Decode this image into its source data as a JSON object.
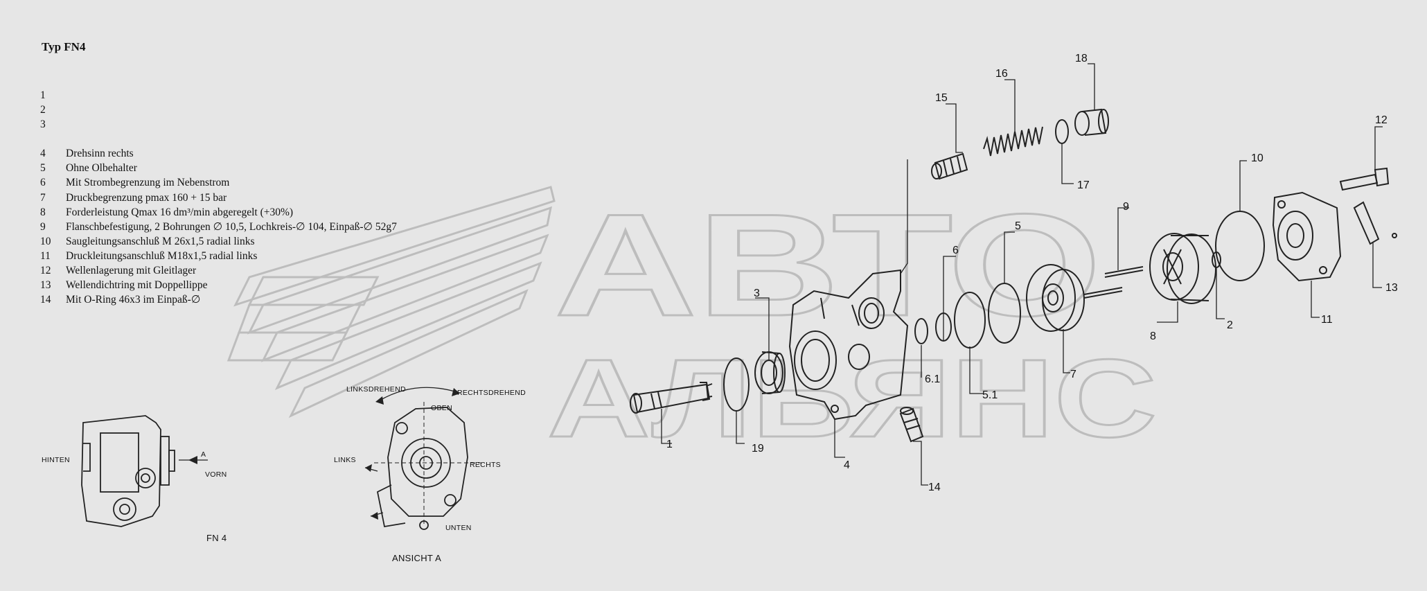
{
  "title": "Typ FN4",
  "spec_items": [
    {
      "num": "1",
      "text": ""
    },
    {
      "num": "2",
      "text": ""
    },
    {
      "num": "3",
      "text": ""
    },
    {
      "num": "4",
      "text": "Drehsinn rechts"
    },
    {
      "num": "5",
      "text": "Ohne Olbehalter"
    },
    {
      "num": "6",
      "text": "Mit Strombegrenzung im Nebenstrom"
    },
    {
      "num": "7",
      "text": "Druckbegrenzung pmax 160 + 15 bar"
    },
    {
      "num": "8",
      "text": "Forderleistung Qmax 16 dm³/min abgeregelt (+30%)"
    },
    {
      "num": "9",
      "text": "Flanschbefestigung, 2 Bohrungen ∅ 10,5, Lochkreis-∅ 104, Einpaß-∅ 52g7"
    },
    {
      "num": "10",
      "text": "Saugleitungsanschluß M 26x1,5 radial links"
    },
    {
      "num": "11",
      "text": "Druckleitungsanschluß M18x1,5 radial links"
    },
    {
      "num": "12",
      "text": "Wellenlagerung mit Gleitlager"
    },
    {
      "num": "13",
      "text": "Wellendichtring mit Doppellippe"
    },
    {
      "num": "14",
      "text": "Mit O-Ring 46x3 im Einpaß-∅"
    }
  ],
  "watermark": {
    "line1": "АВТО",
    "line2": "АЛЬЯНС"
  },
  "callouts": {
    "c1": "1",
    "c2": "2",
    "c3": "3",
    "c4": "4",
    "c5": "5",
    "c51": "5.1",
    "c6": "6",
    "c61": "6.1",
    "c7": "7",
    "c8": "8",
    "c9": "9",
    "c10": "10",
    "c11": "11",
    "c12": "12",
    "c13": "13",
    "c14": "14",
    "c15": "15",
    "c16": "16",
    "c17": "17",
    "c18": "18",
    "c19": "19"
  },
  "side_view": {
    "hinten": "HINTEN",
    "vorn": "VORN",
    "a": "A",
    "caption": "FN 4"
  },
  "view_a": {
    "links_drehend": "LINKSDREHEND",
    "rechts_drehend": "RECHTSDREHEND",
    "oben": "OBEN",
    "links": "LINKS",
    "rechts": "RECHTS",
    "unten": "UNTEN",
    "caption": "ANSICHT A"
  },
  "colors": {
    "background": "#e6e6e6",
    "ink": "#111111",
    "watermark": "#bdbdbd"
  }
}
